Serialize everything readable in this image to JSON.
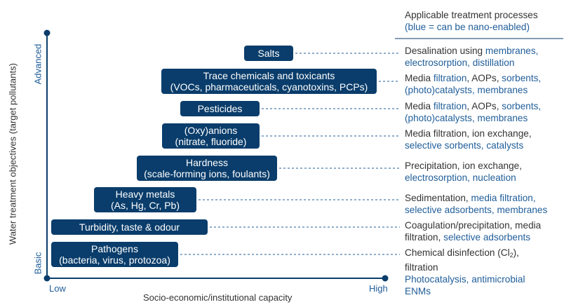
{
  "header": {
    "title": "Applicable treatment processes",
    "subtitle": "(blue = can be nano-enabled)"
  },
  "axes": {
    "y_label": "Water treatment objectives (target pollutants)",
    "y_low": "Basic",
    "y_high": "Advanced",
    "x_label": "Socio-economic/institutional capacity",
    "x_low": "Low",
    "x_high": "High"
  },
  "rows": [
    {
      "box_lines": [
        "Salts"
      ],
      "desc_lines": [
        [
          {
            "t": "Desalination using ",
            "b": false
          },
          {
            "t": "membranes,",
            "b": true
          }
        ],
        [
          {
            "t": "electrosorption, distillation",
            "b": true
          }
        ]
      ]
    },
    {
      "box_lines": [
        "Trace chemicals and toxicants",
        "(VOCs, pharmaceuticals, cyanotoxins, PCPs)"
      ],
      "desc_lines": [
        [
          {
            "t": "Media ",
            "b": false
          },
          {
            "t": "filtration",
            "b": true
          },
          {
            "t": ", AOPs, ",
            "b": false
          },
          {
            "t": "sorbents,",
            "b": true
          }
        ],
        [
          {
            "t": "(photo)catalysts, membranes",
            "b": true
          }
        ]
      ]
    },
    {
      "box_lines": [
        "Pesticides"
      ],
      "desc_lines": [
        [
          {
            "t": "Media ",
            "b": false
          },
          {
            "t": "filtration",
            "b": true
          },
          {
            "t": ", AOPs, ",
            "b": false
          },
          {
            "t": "sorbents,",
            "b": true
          }
        ],
        [
          {
            "t": "(photo)catalysts, membranes",
            "b": true
          }
        ]
      ]
    },
    {
      "box_lines": [
        "(Oxy)anions",
        "(nitrate, fluoride)"
      ],
      "desc_lines": [
        [
          {
            "t": "Media filtration, ion exchange,",
            "b": false
          }
        ],
        [
          {
            "t": "selective sorbents, catalysts",
            "b": true
          }
        ]
      ]
    },
    {
      "box_lines": [
        "Hardness",
        "(scale-forming ions, foulants)"
      ],
      "desc_lines": [
        [
          {
            "t": "Precipitation, ion exchange,",
            "b": false
          }
        ],
        [
          {
            "t": "electrosorption, nucleation",
            "b": true
          }
        ]
      ]
    },
    {
      "box_lines": [
        "Heavy metals",
        "(As, Hg, Cr, Pb)"
      ],
      "desc_lines": [
        [
          {
            "t": "Sedimentation, ",
            "b": false
          },
          {
            "t": "media filtration,",
            "b": true
          }
        ],
        [
          {
            "t": "selective adsorbents, membranes",
            "b": true
          }
        ]
      ]
    },
    {
      "box_lines": [
        "Turbidity, taste & odour"
      ],
      "desc_lines": [
        [
          {
            "t": "Coagulation/precipitation, media",
            "b": false
          }
        ],
        [
          {
            "t": "filtration, ",
            "b": false
          },
          {
            "t": "selective adsorbents",
            "b": true
          }
        ]
      ]
    },
    {
      "box_lines": [
        "Pathogens",
        "(bacteria, virus, protozoa)"
      ],
      "desc_lines": [
        [
          {
            "t": "Chemical disinfection (Cl",
            "b": false
          },
          {
            "t": "2",
            "b": false,
            "sub": true
          },
          {
            "t": "),",
            "b": false
          }
        ],
        [
          {
            "t": "filtration",
            "b": false
          }
        ],
        [
          {
            "t": "Photocatalysis, antimicrobial",
            "b": true
          }
        ],
        [
          {
            "t": "ENMs",
            "b": true
          }
        ]
      ]
    }
  ],
  "colors": {
    "box_fill": "#0a3d6b",
    "box_text": "#ffffff",
    "blue_text": "#1f5d99",
    "dark_text": "#333333",
    "axis_line": "#0a3d6b",
    "connector": "#1f5d99"
  }
}
